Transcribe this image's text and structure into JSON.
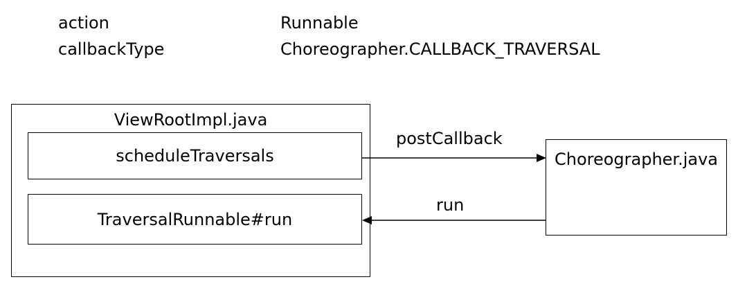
{
  "params": [
    {
      "name": "action",
      "value": "Runnable"
    },
    {
      "name": "callbackType",
      "value": "Choreographer.CALLBACK_TRAVERSAL"
    }
  ],
  "view_root": {
    "title": "ViewRootImpl.java",
    "methods": {
      "schedule": "scheduleTraversals",
      "run": "TraversalRunnable#run"
    }
  },
  "choreographer": {
    "title": "Choreographer.java"
  },
  "arrows": {
    "post_callback": "postCallback",
    "run": "run"
  }
}
